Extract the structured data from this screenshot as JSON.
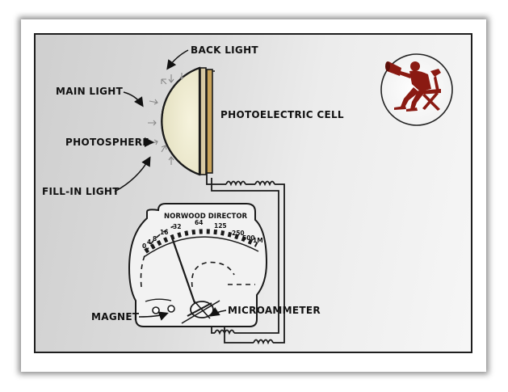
{
  "labels": {
    "back_light": "BACK LIGHT",
    "main_light": "MAIN LIGHT",
    "photosphere": "PHOTOSPHERE",
    "fill_in_light": "FILL-IN LIGHT",
    "photoelectric_cell": "PHOTOELECTRIC CELL",
    "magnet": "MAGNET",
    "microammeter": "MICROAMMETER"
  },
  "meter": {
    "title": "NORWOOD DIRECTOR",
    "scale": [
      "0",
      "4",
      "8",
      "16",
      "32",
      "64",
      "125",
      "250",
      "500",
      "1M"
    ]
  },
  "logo": {
    "icon": "director-with-megaphone-in-chair-icon",
    "color": "#8a1a12"
  },
  "colors": {
    "frame_border": "#1e1e1e",
    "photosphere_fill": "#efecd2",
    "cell_fill": "#c9a35a"
  }
}
